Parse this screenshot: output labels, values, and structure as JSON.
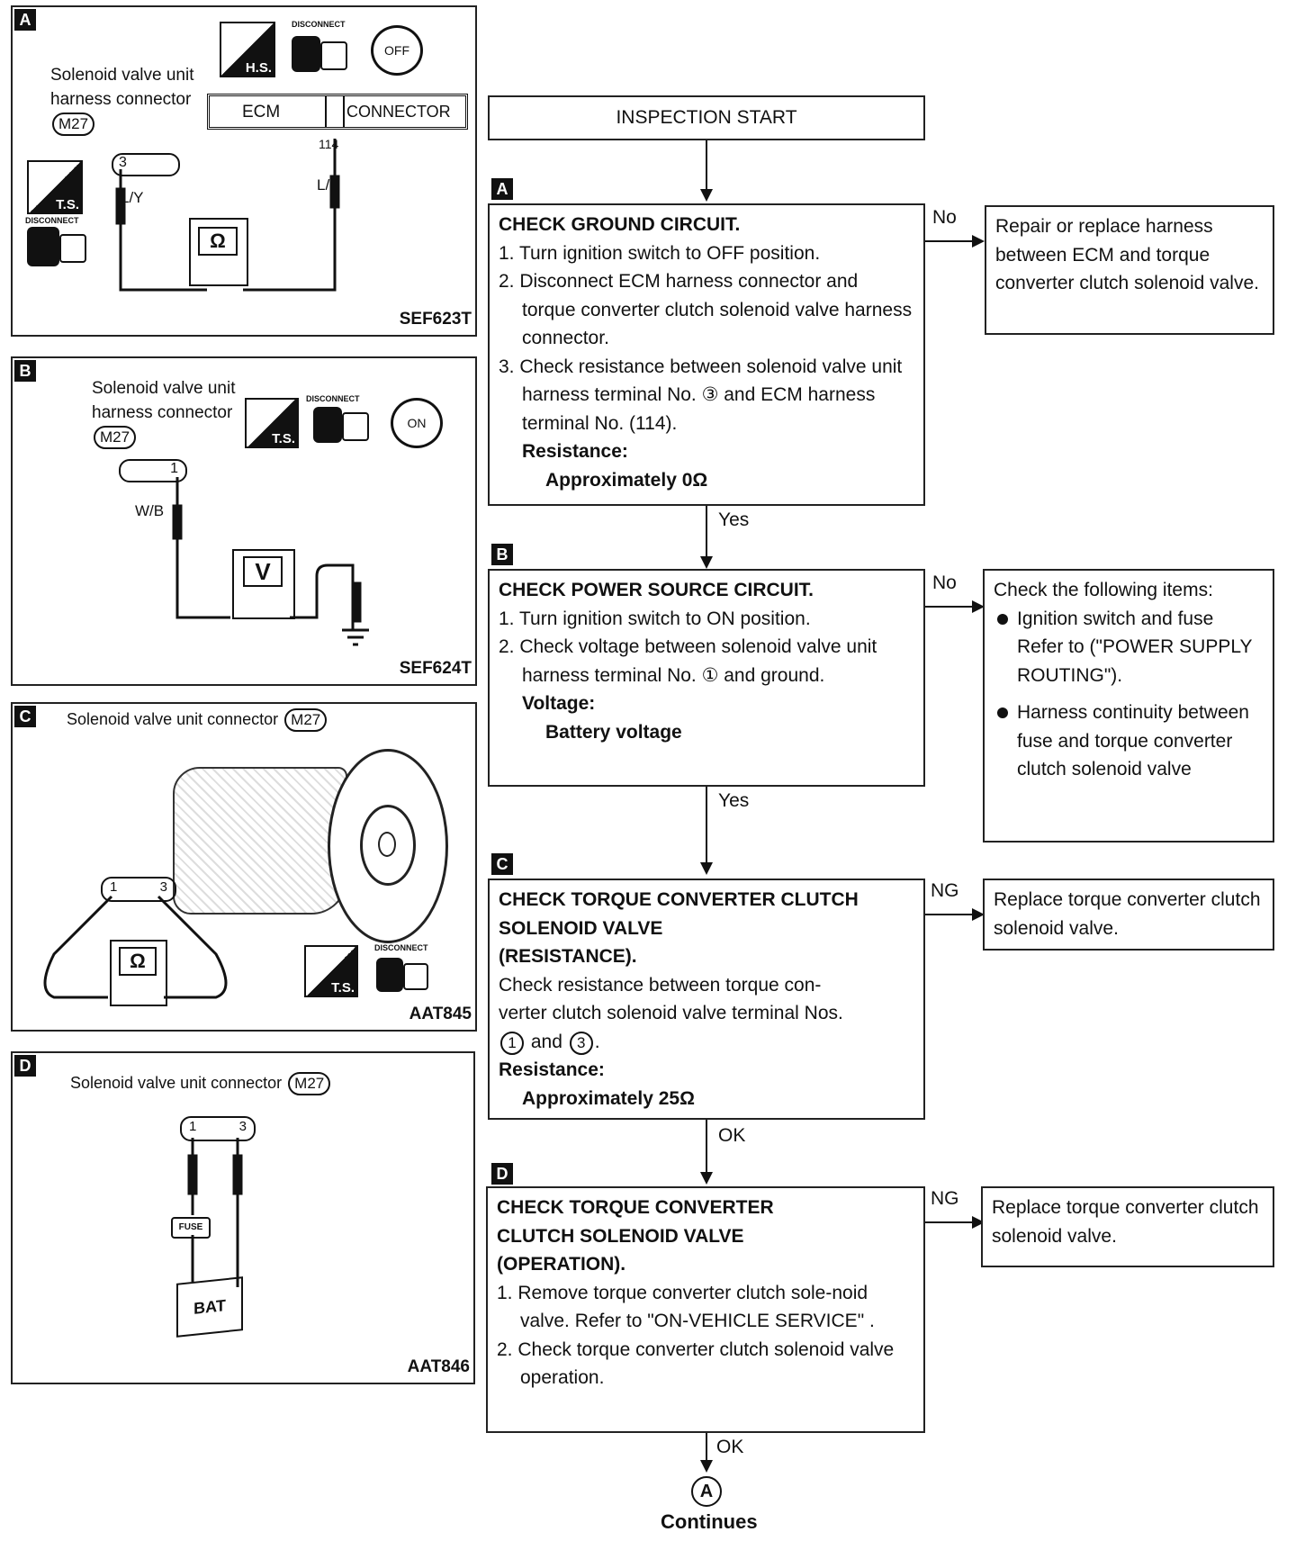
{
  "panels": [
    {
      "tag": "A",
      "title": "Solenoid valve unit harness connector",
      "connector": "M27",
      "code": "SEF623T",
      "ecm_label": "ECM",
      "ecm_connector_label": "CONNECTOR",
      "ecm_terminal": "114",
      "term": "3",
      "wire1": "L/Y",
      "wire2": "L/Y",
      "meter": "Ω",
      "icons": [
        "hs-icon",
        "disconnect-icon",
        "key-off-icon",
        "ts-icon",
        "disconnect-icon"
      ],
      "disconnect": "DISCONNECT",
      "hs": "H.S.",
      "ts": "T.S.",
      "off": "OFF"
    },
    {
      "tag": "B",
      "title": "Solenoid valve unit harness connector",
      "connector": "M27",
      "code": "SEF624T",
      "term": "1",
      "wire": "W/B",
      "meter": "V",
      "disconnect": "DISCONNECT",
      "ts": "T.S.",
      "on": "ON"
    },
    {
      "tag": "C",
      "title": "Solenoid valve unit connector",
      "connector": "M27",
      "code": "AAT845",
      "term1": "1",
      "term3": "3",
      "meter": "Ω",
      "disconnect": "DISCONNECT",
      "ts": "T.S."
    },
    {
      "tag": "D",
      "title": "Solenoid valve unit connector",
      "connector": "M27",
      "code": "AAT846",
      "term1": "1",
      "term3": "3",
      "fuse": "FUSE",
      "bat": "BAT"
    }
  ],
  "flow": {
    "start": "INSPECTION START",
    "steps": [
      {
        "tag": "A",
        "title": "CHECK GROUND CIRCUIT.",
        "items": [
          "1. Turn ignition switch to OFF position.",
          "2. Disconnect ECM harness connector and torque converter clutch solenoid valve harness connector.",
          "3. Check resistance between solenoid valve unit harness terminal No. ③ and ECM harness terminal No. (114)."
        ],
        "spec_label": "Resistance:",
        "spec_value": "Approximately 0Ω",
        "fail_label": "No",
        "fail_text": "Repair or replace harness between ECM and torque converter clutch solenoid valve.",
        "pass_label": "Yes"
      },
      {
        "tag": "B",
        "title": "CHECK POWER SOURCE CIRCUIT.",
        "items": [
          "1. Turn ignition switch to ON position.",
          "2. Check voltage between solenoid valve unit harness terminal No. ① and ground."
        ],
        "spec_label": "Voltage:",
        "spec_value": "Battery voltage",
        "fail_label": "No",
        "fail_head": "Check the following items:",
        "fail_bullets": [
          "Ignition switch and fuse Refer to (\"POWER SUPPLY ROUTING\").",
          "Harness continuity between fuse and torque converter clutch solenoid valve"
        ],
        "pass_label": "Yes"
      },
      {
        "tag": "C",
        "title_lines": [
          "CHECK TORQUE CONVERTER CLUTCH",
          "SOLENOID VALVE",
          "(RESISTANCE)."
        ],
        "body": [
          "Check resistance between torque con-",
          "verter clutch solenoid valve terminal Nos."
        ],
        "spec_label": "Resistance:",
        "spec_value": "Approximately 25Ω",
        "fail_label": "NG",
        "fail_text": "Replace torque converter clutch solenoid valve.",
        "pass_label": "OK"
      },
      {
        "tag": "D",
        "title_lines": [
          "CHECK TORQUE CONVERTER",
          "CLUTCH SOLENOID VALVE",
          "(OPERATION)."
        ],
        "items": [
          "1. Remove torque converter clutch sole-noid valve. Refer to \"ON-VEHICLE SERVICE\" .",
          "2. Check torque converter clutch solenoid valve operation."
        ],
        "fail_label": "NG",
        "fail_text": "Replace torque converter clutch solenoid valve.",
        "pass_label": "OK"
      }
    ],
    "end_marker": "A",
    "end_text": "Continues"
  }
}
